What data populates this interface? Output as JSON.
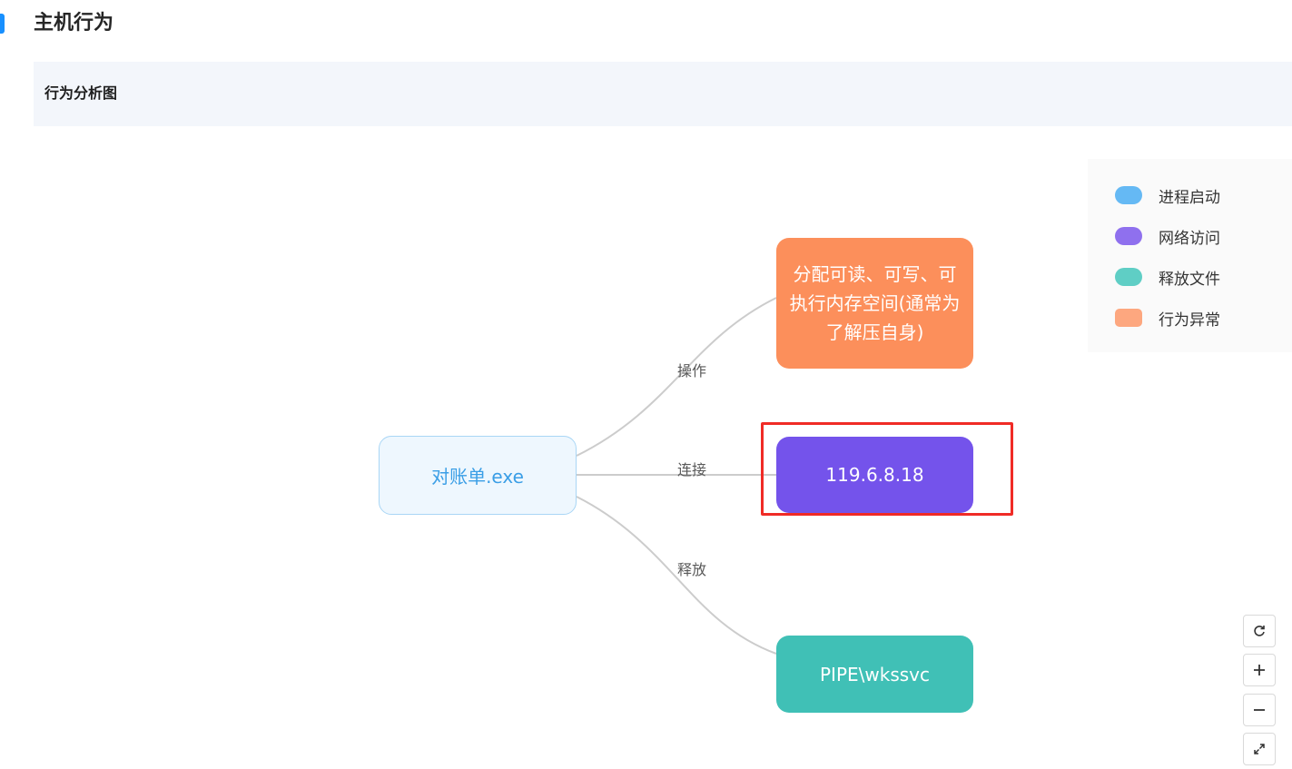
{
  "section": {
    "title": "主机行为"
  },
  "panel": {
    "title": "行为分析图"
  },
  "graph": {
    "source_node": "对账单.exe",
    "nodes": [
      {
        "label": "分配可读、可写、可执行内存空间(通常为了解压自身)",
        "category": "行为异常",
        "edge_label": "操作"
      },
      {
        "label": "119.6.8.18",
        "category": "网络访问",
        "edge_label": "连接"
      },
      {
        "label": "PIPE\\wkssvc",
        "category": "释放文件",
        "edge_label": "释放"
      }
    ]
  },
  "legend": [
    {
      "label": "进程启动",
      "color": "#65b9f4"
    },
    {
      "label": "网络访问",
      "color": "#8f70ee"
    },
    {
      "label": "释放文件",
      "color": "#5fcec5"
    },
    {
      "label": "行为异常",
      "color": "#fda77f"
    }
  ],
  "colors": {
    "accent": "#1890ff",
    "source_node_text": "#3a9ee6",
    "behavior_node": "#fc8f5b",
    "network_node": "#7453eb",
    "file_node": "#40c0b6",
    "highlight": "#f02b26"
  },
  "toolbar": [
    {
      "icon": "refresh-icon"
    },
    {
      "icon": "zoom-in-icon"
    },
    {
      "icon": "zoom-out-icon"
    },
    {
      "icon": "fullscreen-icon"
    }
  ]
}
